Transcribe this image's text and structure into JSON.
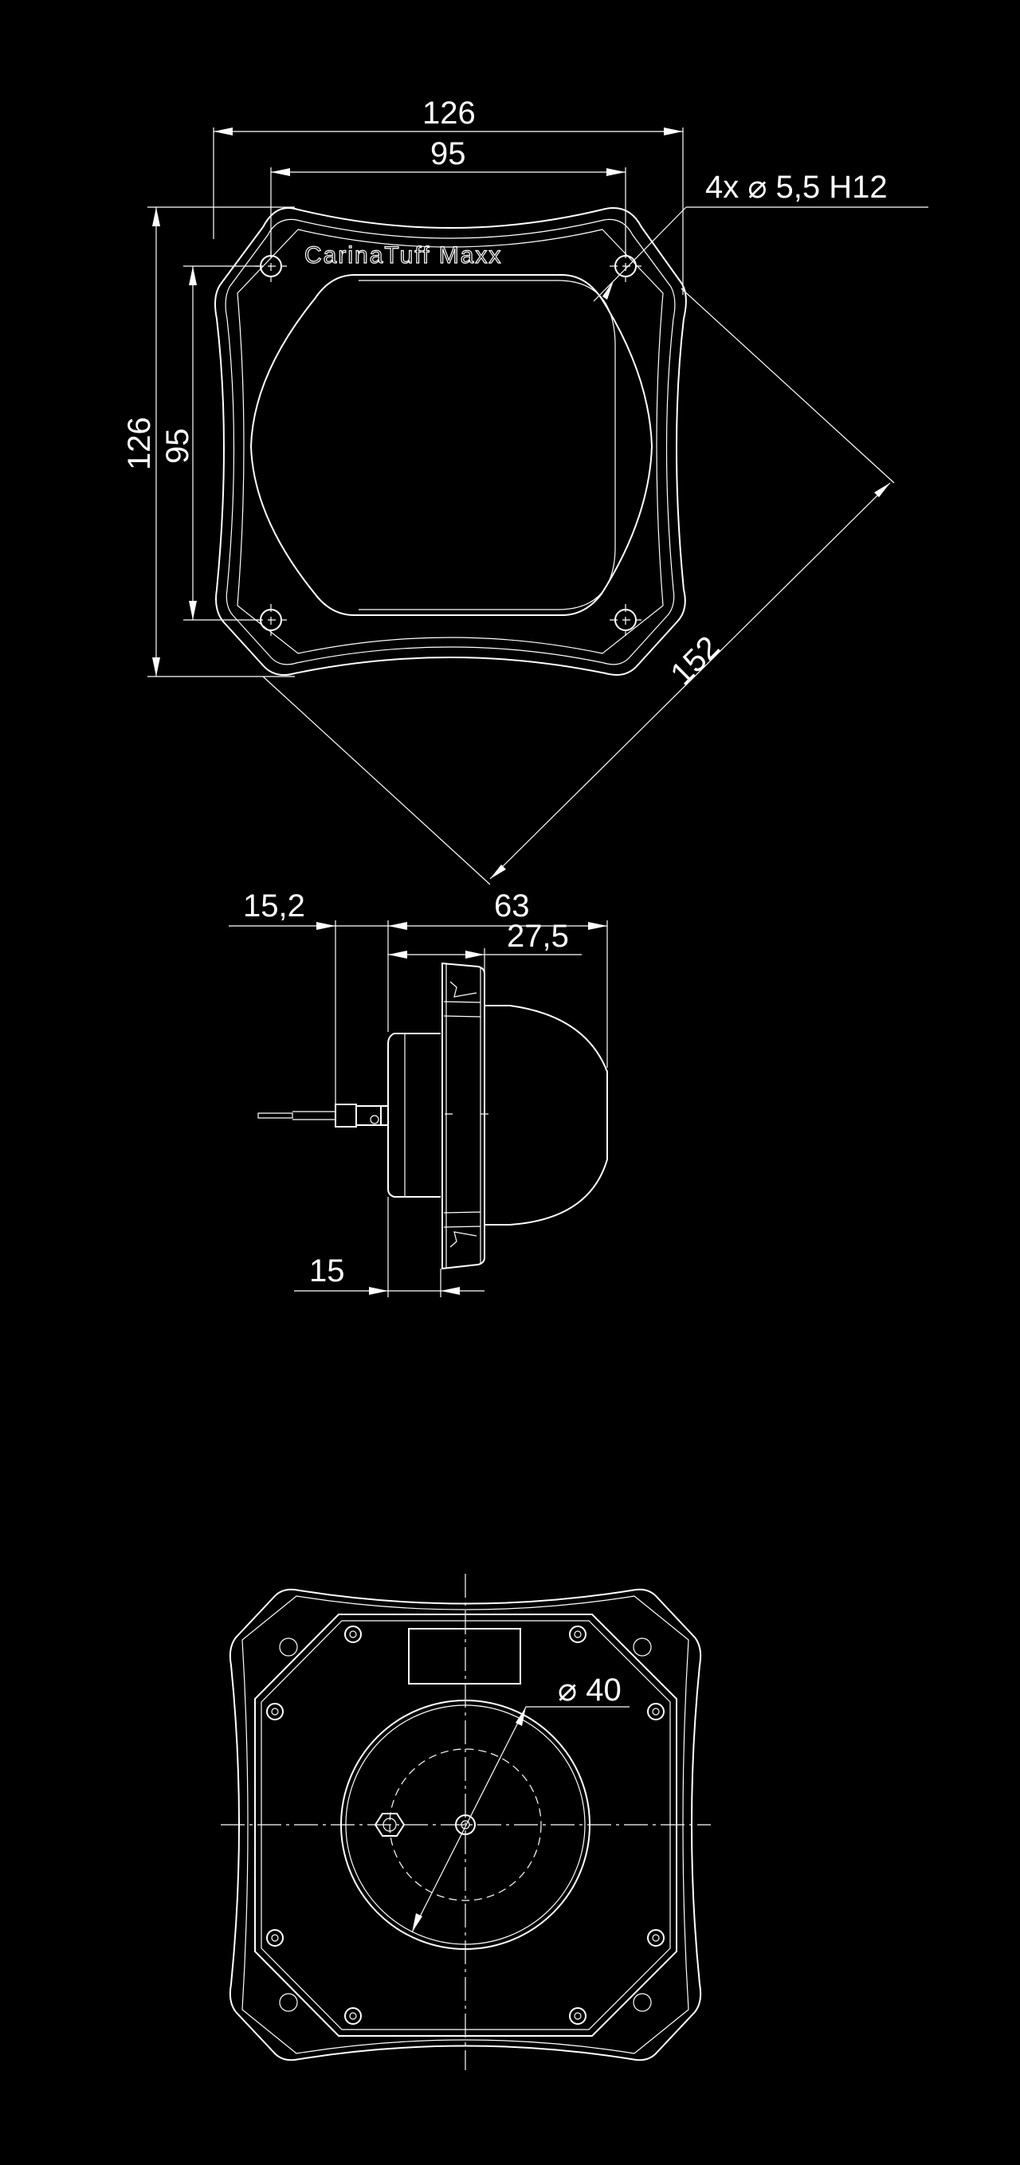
{
  "top_view": {
    "logo": "CarinaTuff Maxx",
    "dims": {
      "overall_width": "126",
      "hole_spacing_width": "95",
      "overall_height": "126",
      "hole_spacing_height": "95",
      "diagonal": "152",
      "holes": "4x ⌀ 5,5 H12"
    }
  },
  "side_view": {
    "dims": {
      "cable": "15,2",
      "overall_depth": "63",
      "dome_depth": "27,5",
      "base_depth": "15"
    }
  },
  "bottom_view": {
    "dims": {
      "diameter": "⌀ 40"
    }
  },
  "colors": {
    "background": "#000000",
    "lines": "#ffffff"
  }
}
